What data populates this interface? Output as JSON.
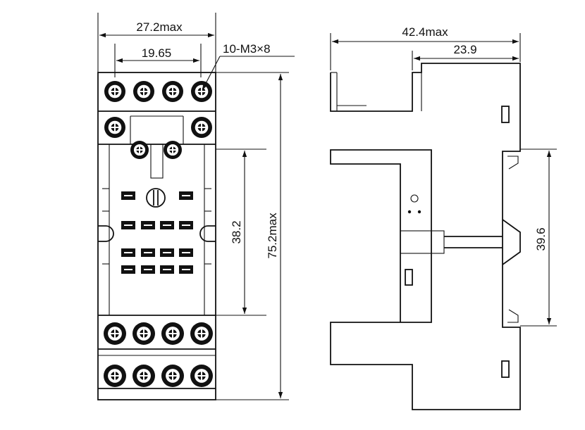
{
  "dimensions": {
    "front_width": "27.2max",
    "terminal_pitch": "19.65",
    "screw_callout": "10-M3×8",
    "inner_height": "38.2",
    "total_height": "75.2max",
    "side_depth": "42.4max",
    "side_offset": "23.9",
    "rail_height": "39.6"
  }
}
